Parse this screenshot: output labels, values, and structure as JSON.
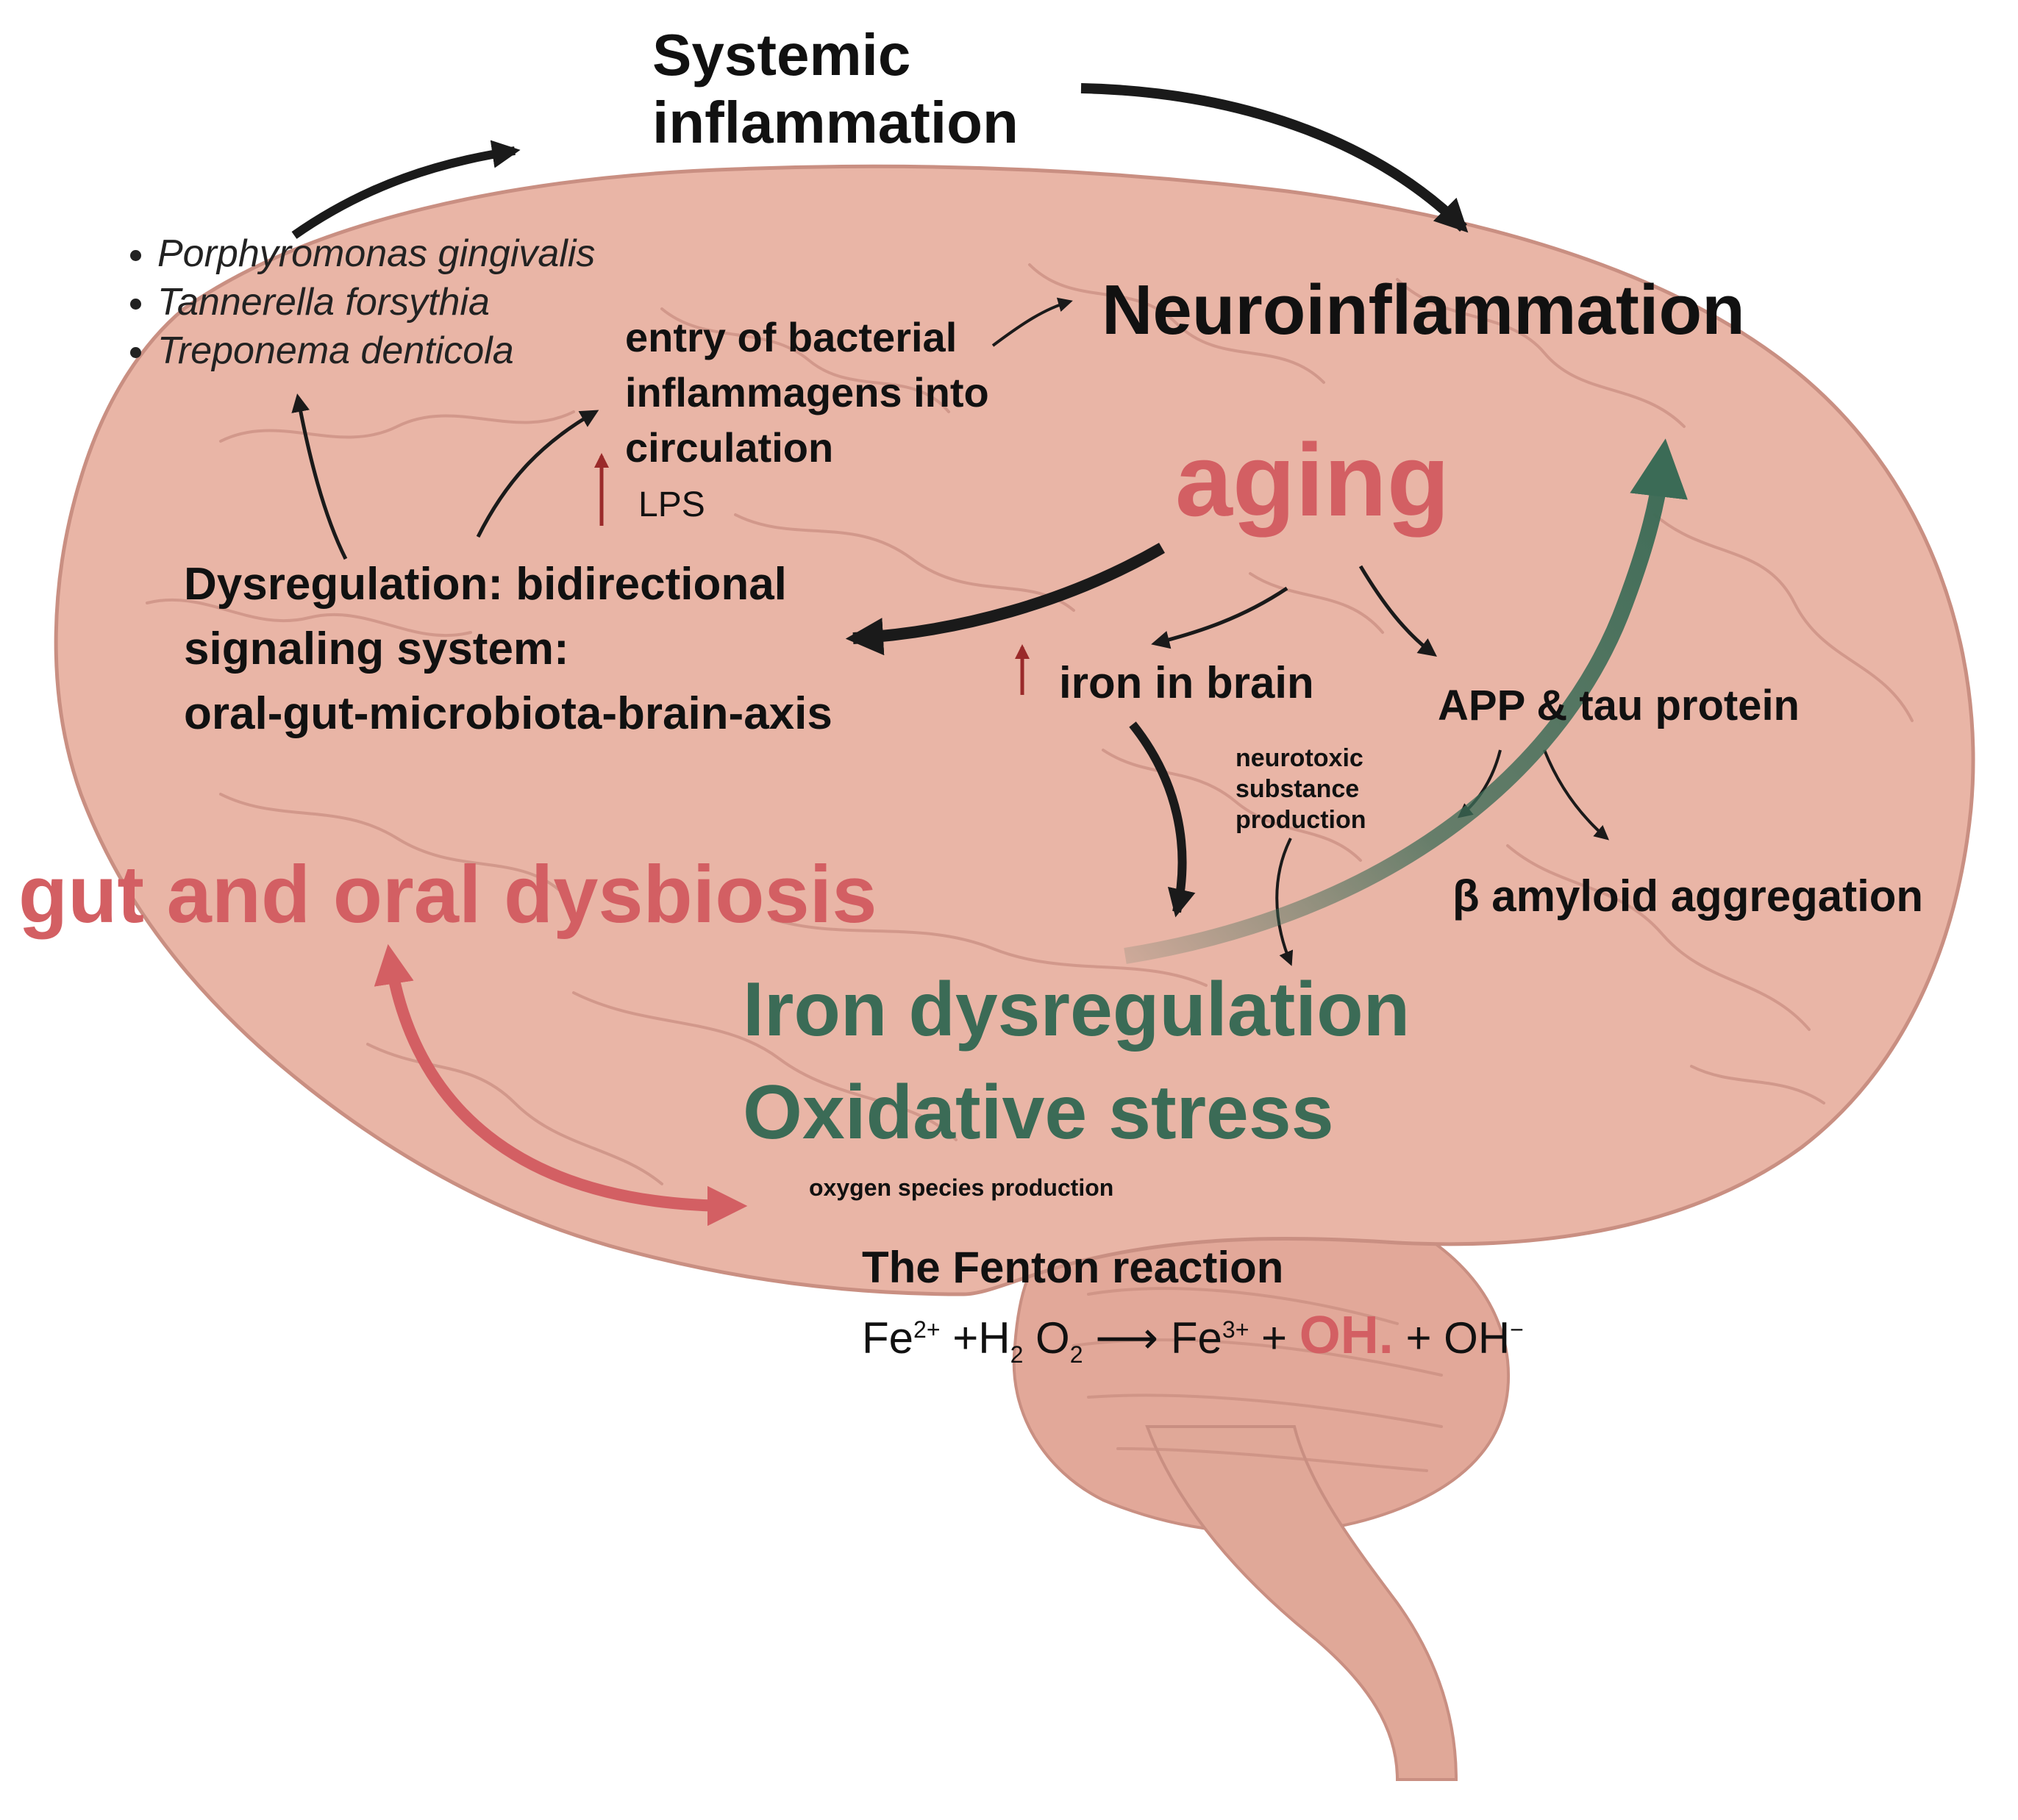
{
  "labels": {
    "systemic_inflammation": [
      "Systemic",
      "inflammation"
    ],
    "bacteria": [
      "Porphyromonas gingivalis",
      "Tannerella forsythia",
      "Treponema denticola"
    ],
    "entry": [
      "entry of bacterial",
      "inflammagens into",
      "circulation"
    ],
    "lps": "LPS",
    "neuroinflammation": "Neuroinflammation",
    "aging": "aging",
    "dysregulation": [
      "Dysregulation: bidirectional",
      "signaling system:",
      "oral-gut-microbiota-brain-axis"
    ],
    "iron_in_brain": "iron in brain",
    "app_tau": "APP & tau protein",
    "neurotoxic": [
      "neurotoxic",
      "substance",
      "production"
    ],
    "beta_amyloid": "β amyloid aggregation",
    "gut_oral_dysbiosis": "gut and oral dysbiosis",
    "iron_dysregulation": "Iron dysregulation",
    "oxidative_stress": "Oxidative stress",
    "oxygen_species": "oxygen species production",
    "fenton_title": "The Fenton reaction"
  },
  "fenton_equation": {
    "fe": "Fe",
    "fe2_charge": "2+",
    "plus_h": "+H",
    "h_sub": "2",
    "o": "O",
    "o_sub": "2",
    "arrow": "⟶",
    "fe3": "Fe",
    "fe3_charge": "3+",
    "plus1": "+",
    "radical": "OH.",
    "plus_oh": "+ OH",
    "oh_charge": "−"
  },
  "colors": {
    "brain": "#e9b5a6",
    "brain_lines": "#c98f82",
    "red_accent": "#d35f63",
    "green_accent": "#3b6b56",
    "arrow_dark": "#1a1a1a",
    "small_red_arrow": "#9a2a2a"
  }
}
